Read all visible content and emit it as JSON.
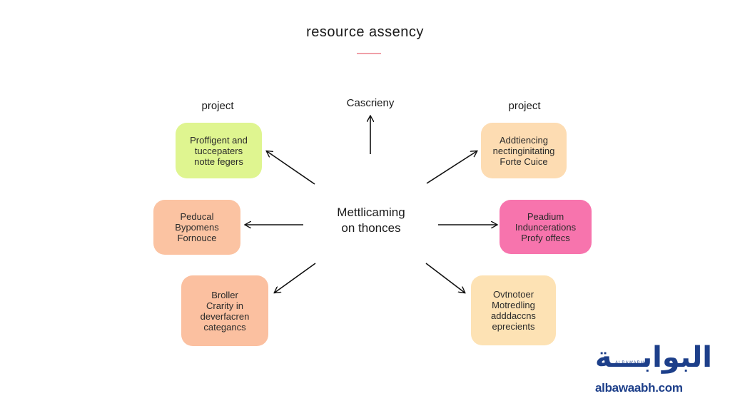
{
  "title": "resource assency",
  "headings": {
    "left": "project",
    "top": "Cascrieny",
    "right": "project"
  },
  "center": {
    "line1": "Mettlicaming",
    "line2": "on thonces"
  },
  "nodes": [
    {
      "lines": [
        "Proffigent and",
        "tuccepaters",
        "notte fegers"
      ],
      "color": "#dff590"
    },
    {
      "lines": [
        "Peducal",
        "Bypomens",
        "Fornouce"
      ],
      "color": "#fbc3a2"
    },
    {
      "lines": [
        "Broller",
        "Crarity in",
        "deverfacren",
        "categancs"
      ],
      "color": "#fbc0a0"
    },
    {
      "lines": [
        "Addtiencing",
        "nectinginitating",
        "Forte Cuice"
      ],
      "color": "#fddcb2"
    },
    {
      "lines": [
        "Peadium",
        "Induncerations",
        "Profy offecs"
      ],
      "color": "#f774ad"
    },
    {
      "lines": [
        "Ovtnotoer",
        "Motredling",
        "adddaccns",
        "eprecients"
      ],
      "color": "#fde2b4"
    }
  ],
  "watermark": {
    "arabic": "البوابـــة",
    "small": "ALBAWABH",
    "url": "albawaabh.com"
  }
}
